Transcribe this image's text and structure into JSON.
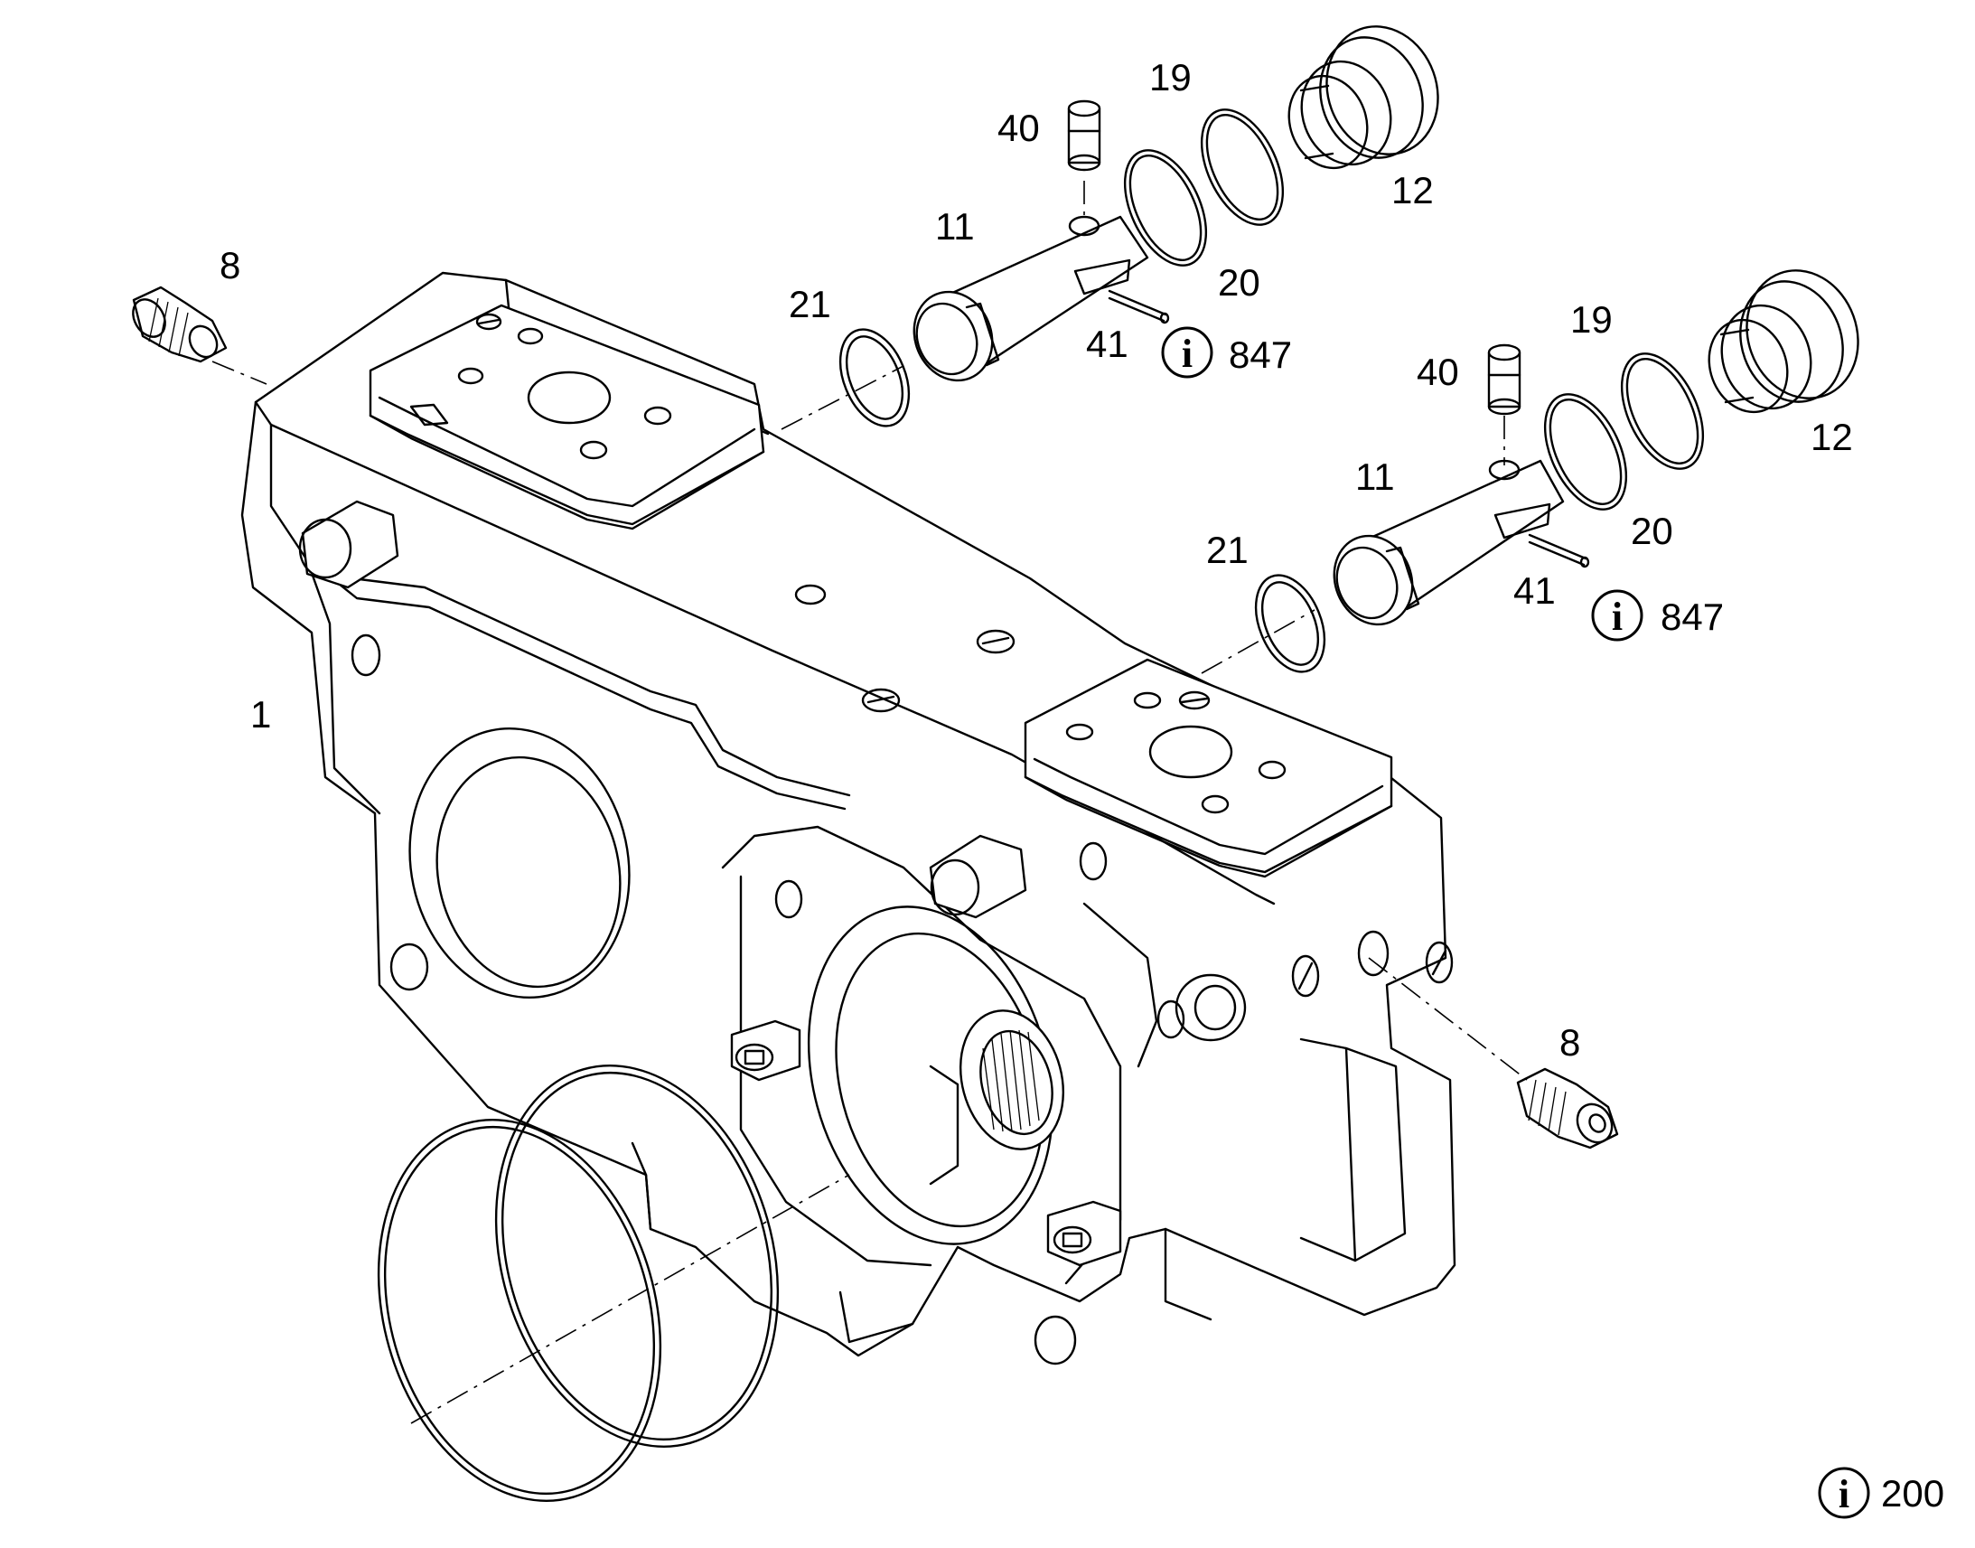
{
  "callouts": [
    {
      "id": "c8a",
      "text": "8"
    },
    {
      "id": "c1",
      "text": "1"
    },
    {
      "id": "c21a",
      "text": "21"
    },
    {
      "id": "c11a",
      "text": "11"
    },
    {
      "id": "c40a",
      "text": "40"
    },
    {
      "id": "c19a",
      "text": "19"
    },
    {
      "id": "c12a",
      "text": "12"
    },
    {
      "id": "c20a",
      "text": "20"
    },
    {
      "id": "c41a",
      "text": "41"
    },
    {
      "id": "c847a",
      "text": "847"
    },
    {
      "id": "c40b",
      "text": "40"
    },
    {
      "id": "c19b",
      "text": "19"
    },
    {
      "id": "c12b",
      "text": "12"
    },
    {
      "id": "c11b",
      "text": "11"
    },
    {
      "id": "c20b",
      "text": "20"
    },
    {
      "id": "c21b",
      "text": "21"
    },
    {
      "id": "c41b",
      "text": "41"
    },
    {
      "id": "c847b",
      "text": "847"
    },
    {
      "id": "c8b",
      "text": "8"
    },
    {
      "id": "c200",
      "text": "200"
    }
  ],
  "info_icon": {
    "name": "info-icon",
    "glyph": "i"
  }
}
